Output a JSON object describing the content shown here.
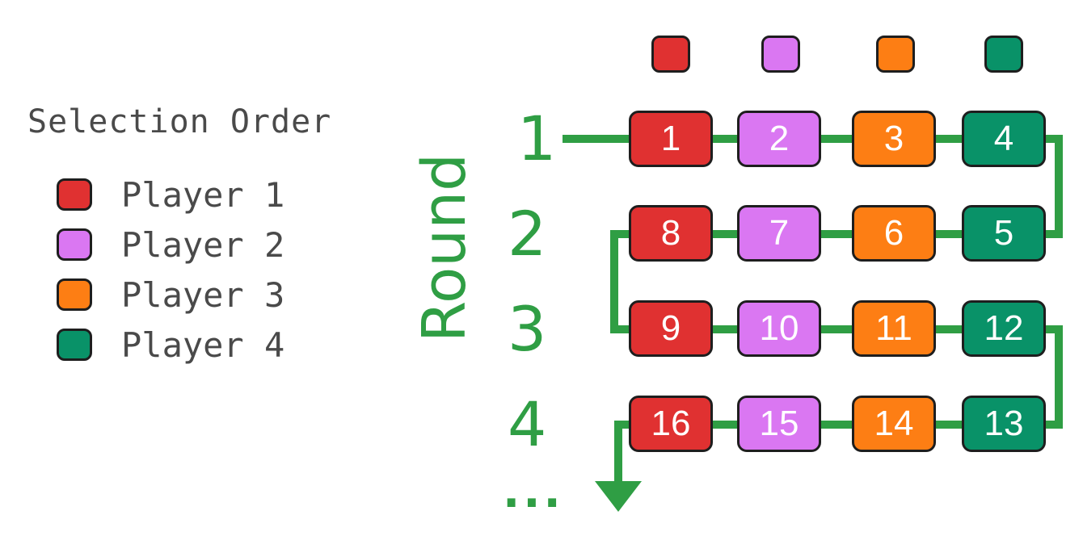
{
  "legend": {
    "title": "Selection Order",
    "items": [
      {
        "label": "Player 1",
        "color": "#e03131"
      },
      {
        "label": "Player 2",
        "color": "#da77f2"
      },
      {
        "label": "Player 3",
        "color": "#fd7e14"
      },
      {
        "label": "Player 4",
        "color": "#099268"
      }
    ]
  },
  "axis": {
    "label": "Round",
    "rounds": [
      "1",
      "2",
      "3",
      "4"
    ],
    "continuation": "..."
  },
  "colors": {
    "connector": "#2f9e44",
    "border": "#1e1e1e"
  },
  "grid": [
    [
      "1",
      "2",
      "3",
      "4"
    ],
    [
      "8",
      "7",
      "6",
      "5"
    ],
    [
      "9",
      "10",
      "11",
      "12"
    ],
    [
      "16",
      "15",
      "14",
      "13"
    ]
  ]
}
